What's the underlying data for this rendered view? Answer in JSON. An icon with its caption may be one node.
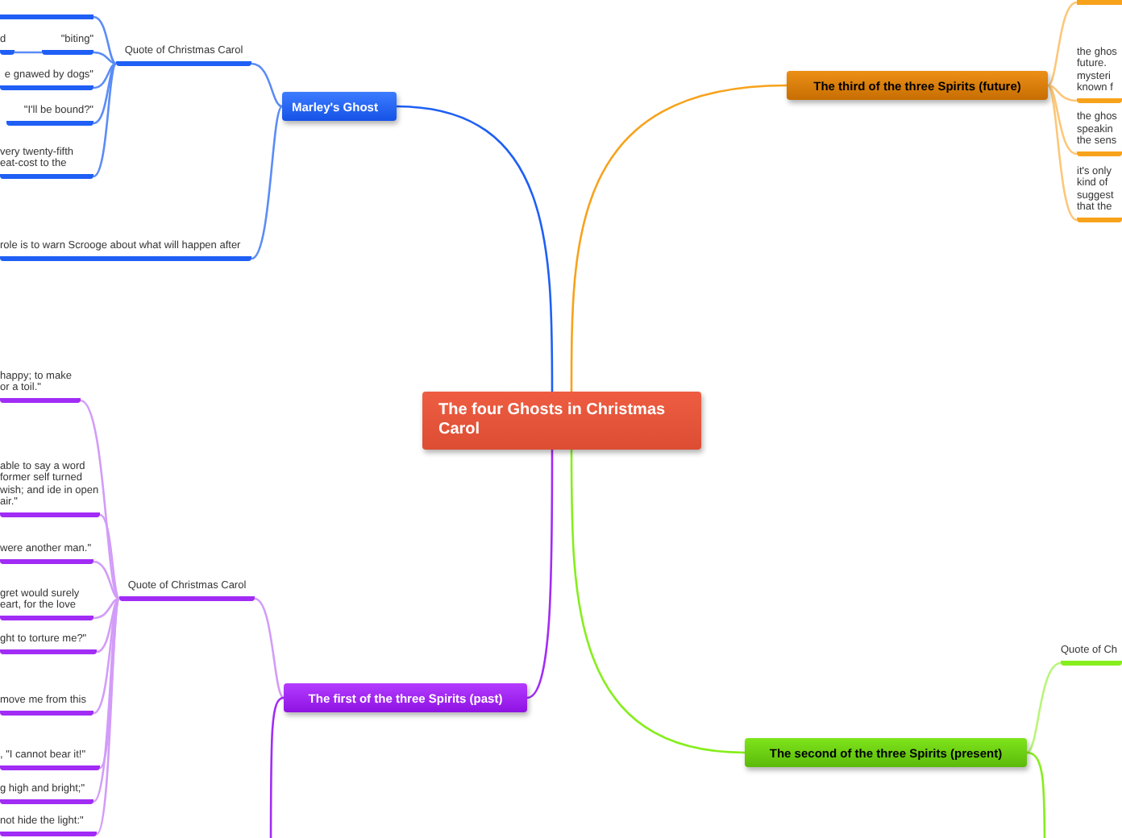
{
  "diagram": {
    "nodes": [
      {
        "text": [
          "The four Ghosts in Christmas Carol"
        ]
      },
      {
        "text": [
          "Marley's Ghost"
        ]
      },
      {
        "text": [
          "Quote of Christmas Carol"
        ]
      },
      {
        "text": [],
        "shape": "bar"
      },
      {
        "text": [
          "d"
        ]
      },
      {
        "text": [
          "\"biting\""
        ]
      },
      {
        "text": [
          "e gnawed by dogs\""
        ]
      },
      {
        "text": [
          "\"I'll be bound?\""
        ]
      },
      {
        "text": [
          "very twenty-fifth eat-cost to the"
        ]
      },
      {
        "text": [
          "role is to warn Scrooge about what will happen after"
        ]
      },
      {
        "text": [
          "The third of the three Spirits (future)"
        ]
      },
      {
        "text": [],
        "shape": "bar"
      },
      {
        "text": [
          "the ghos future. mysteri known f"
        ]
      },
      {
        "text": [
          "the ghos speakin the sens"
        ]
      },
      {
        "text": [
          "it's only kind of suggest that the"
        ]
      },
      {
        "text": [
          "The first of the three Spirits (past)"
        ]
      },
      {
        "text": [
          "Quote of Christmas Carol"
        ]
      },
      {
        "text": [
          "happy; to make or a toil.\""
        ]
      },
      {
        "text": [
          "able to say a word former self turned wish; and ide in open air.\""
        ]
      },
      {
        "text": [
          "were another man.\""
        ]
      },
      {
        "text": [
          "gret would surely eart, for the love"
        ]
      },
      {
        "text": [
          "ght to torture me?\""
        ]
      },
      {
        "text": [
          "move me from this"
        ]
      },
      {
        "text": [
          ", \"I cannot bear it!\""
        ]
      },
      {
        "text": [
          "g high and bright;\""
        ]
      },
      {
        "text": [
          "not hide the light:\""
        ]
      },
      {
        "text": [
          "The second of the three Spirits (present)"
        ]
      },
      {
        "text": [
          "Quote of Ch"
        ]
      }
    ],
    "edges": [
      {
        "from": 0,
        "to": 1,
        "arrow": "none",
        "color": "#1f5ff5"
      },
      {
        "from": 0,
        "to": 10,
        "arrow": "none",
        "color": "#f7a21b"
      },
      {
        "from": 0,
        "to": 15,
        "arrow": "none",
        "color": "#a12cf5"
      },
      {
        "from": 0,
        "to": 26,
        "arrow": "none",
        "color": "#86ee1c"
      },
      {
        "from": 1,
        "to": 2,
        "arrow": "none",
        "color": "#5b8cf7"
      },
      {
        "from": 1,
        "to": 9,
        "arrow": "none",
        "color": "#5b8cf7"
      },
      {
        "from": 2,
        "to": 3,
        "arrow": "none",
        "color": "#5b8cf7"
      },
      {
        "from": 2,
        "to": 5,
        "arrow": "none",
        "color": "#5b8cf7"
      },
      {
        "from": 2,
        "to": 6,
        "arrow": "none",
        "color": "#5b8cf7"
      },
      {
        "from": 2,
        "to": 7,
        "arrow": "none",
        "color": "#5b8cf7"
      },
      {
        "from": 2,
        "to": 8,
        "arrow": "none",
        "color": "#5b8cf7"
      },
      {
        "from": 5,
        "to": 4,
        "arrow": "none",
        "color": "#5b8cf7"
      },
      {
        "from": 10,
        "to": 11,
        "arrow": "none",
        "color": "#fcc77a"
      },
      {
        "from": 10,
        "to": 12,
        "arrow": "none",
        "color": "#fcc77a"
      },
      {
        "from": 10,
        "to": 13,
        "arrow": "none",
        "color": "#fcc77a"
      },
      {
        "from": 10,
        "to": 14,
        "arrow": "none",
        "color": "#fcc77a"
      },
      {
        "from": 15,
        "to": 16,
        "arrow": "none",
        "color": "#d29cf8"
      },
      {
        "from": 15,
        "to": null,
        "arrow": "none",
        "color": "#a12cf5"
      },
      {
        "from": 16,
        "to": 17,
        "arrow": "none",
        "color": "#d29cf8"
      },
      {
        "from": 16,
        "to": 18,
        "arrow": "none",
        "color": "#d29cf8"
      },
      {
        "from": 16,
        "to": 19,
        "arrow": "none",
        "color": "#d29cf8"
      },
      {
        "from": 16,
        "to": 20,
        "arrow": "none",
        "color": "#d29cf8"
      },
      {
        "from": 16,
        "to": 21,
        "arrow": "none",
        "color": "#d29cf8"
      },
      {
        "from": 16,
        "to": 22,
        "arrow": "none",
        "color": "#d29cf8"
      },
      {
        "from": 16,
        "to": 23,
        "arrow": "none",
        "color": "#d29cf8"
      },
      {
        "from": 16,
        "to": 24,
        "arrow": "none",
        "color": "#d29cf8"
      },
      {
        "from": 16,
        "to": 25,
        "arrow": "none",
        "color": "#d29cf8"
      },
      {
        "from": 26,
        "to": 27,
        "arrow": "none",
        "color": "#b8f57a"
      },
      {
        "from": 26,
        "to": null,
        "arrow": "none",
        "color": "#86ee1c"
      }
    ]
  }
}
